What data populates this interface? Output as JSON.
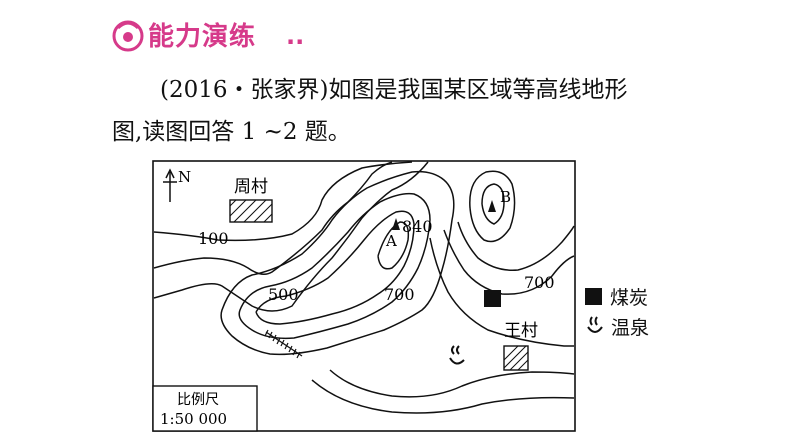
{
  "header": {
    "title": "能力演练",
    "dots": ".."
  },
  "question": {
    "line1": "(2016・张家界)如图是我国某区域等高线地形",
    "line2": "图,读图回答 1 ~2 题。"
  },
  "map": {
    "north_label": "N",
    "village_zhou": "周村",
    "village_wang": "王村",
    "contour_labels": [
      "100",
      "500",
      "700",
      "700"
    ],
    "peak_a_elevation": "840",
    "point_a": "A",
    "point_b": "B",
    "scale_title": "比例尺",
    "scale_value": "1:50 000"
  },
  "legend": {
    "coal": "煤炭",
    "hot_spring": "温泉"
  },
  "colors": {
    "header_accent": "#d63a8a",
    "ink": "#111111"
  }
}
